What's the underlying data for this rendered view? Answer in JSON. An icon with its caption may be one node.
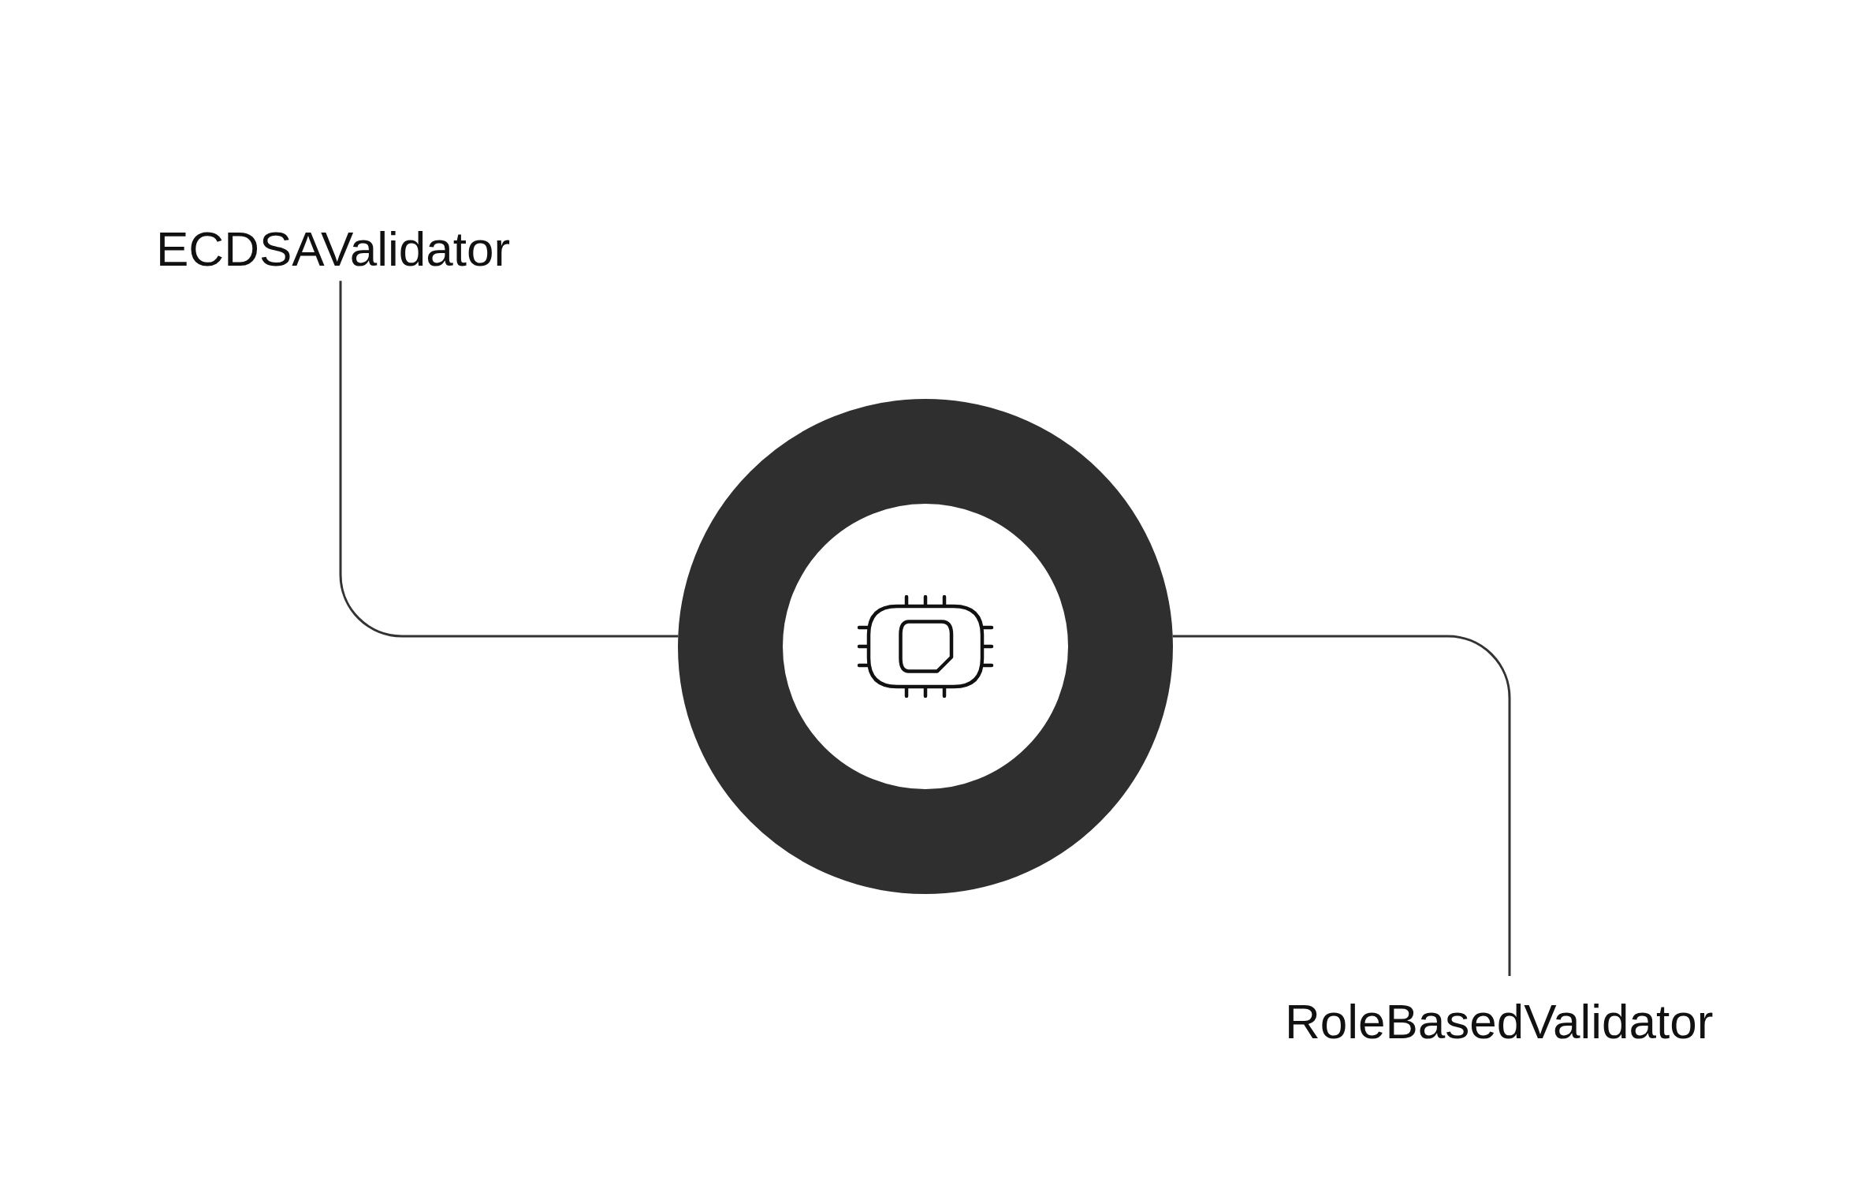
{
  "diagram": {
    "nodes": [
      {
        "text": [
          "ECDSAValidator"
        ]
      },
      {
        "text": [],
        "shape": "circle"
      },
      {
        "text": [
          "RoleBasedValidator"
        ]
      }
    ],
    "edges": [
      {
        "from": 0,
        "to": 1,
        "arrow": "none"
      },
      {
        "from": 1,
        "to": 2,
        "arrow": "none"
      }
    ]
  }
}
